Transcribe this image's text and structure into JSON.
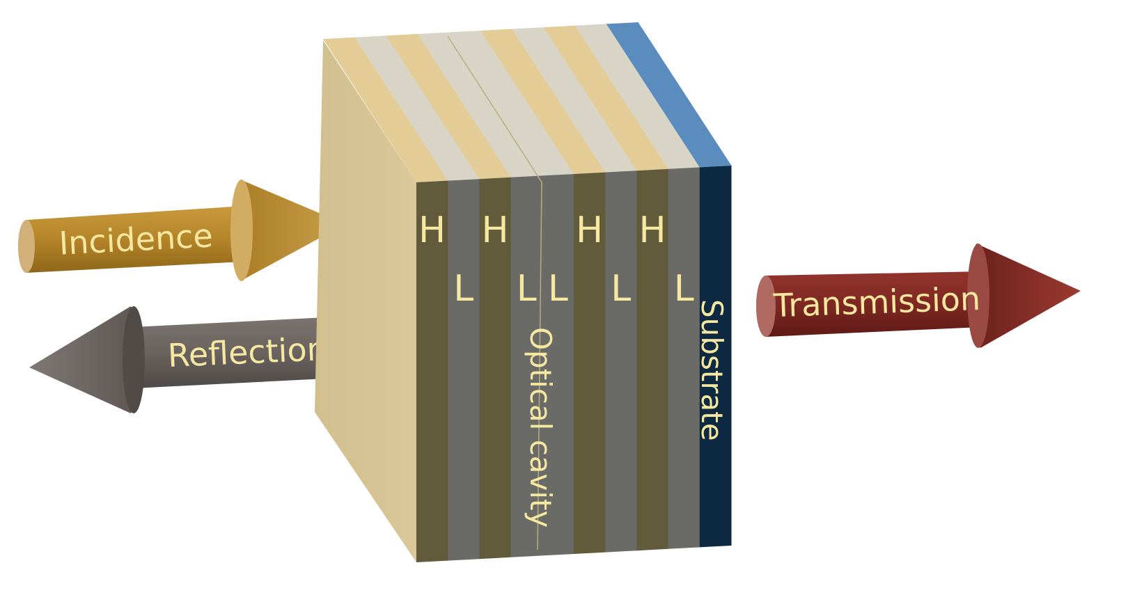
{
  "arrows": {
    "incidence": "Incidence",
    "reflection": "Reflection",
    "transmission": "Transmission"
  },
  "stack": {
    "layers": [
      {
        "type": "H",
        "label": "H"
      },
      {
        "type": "L",
        "label": "L"
      },
      {
        "type": "H",
        "label": "H"
      },
      {
        "type": "L",
        "label": "L"
      },
      {
        "type": "L",
        "label": "L"
      },
      {
        "type": "H",
        "label": "H"
      },
      {
        "type": "L",
        "label": "L"
      },
      {
        "type": "H",
        "label": "H"
      },
      {
        "type": "L",
        "label": "L"
      }
    ],
    "cavity_label": "Optical cavity",
    "substrate_label": "Substrate"
  },
  "colors": {
    "h_layer_front": "#615a3b",
    "l_layer_front": "#6a6b67",
    "h_layer_top": "#e3cc96",
    "l_layer_top": "#d9d5c6",
    "substrate_front": "#0e2942",
    "substrate_top": "#5a8cbe",
    "side_face": "#d8c595",
    "incidence_arrow": "#b88a2c",
    "reflection_arrow": "#6f6763",
    "transmission_arrow": "#832a25",
    "label_text": "#f6e7a1"
  }
}
